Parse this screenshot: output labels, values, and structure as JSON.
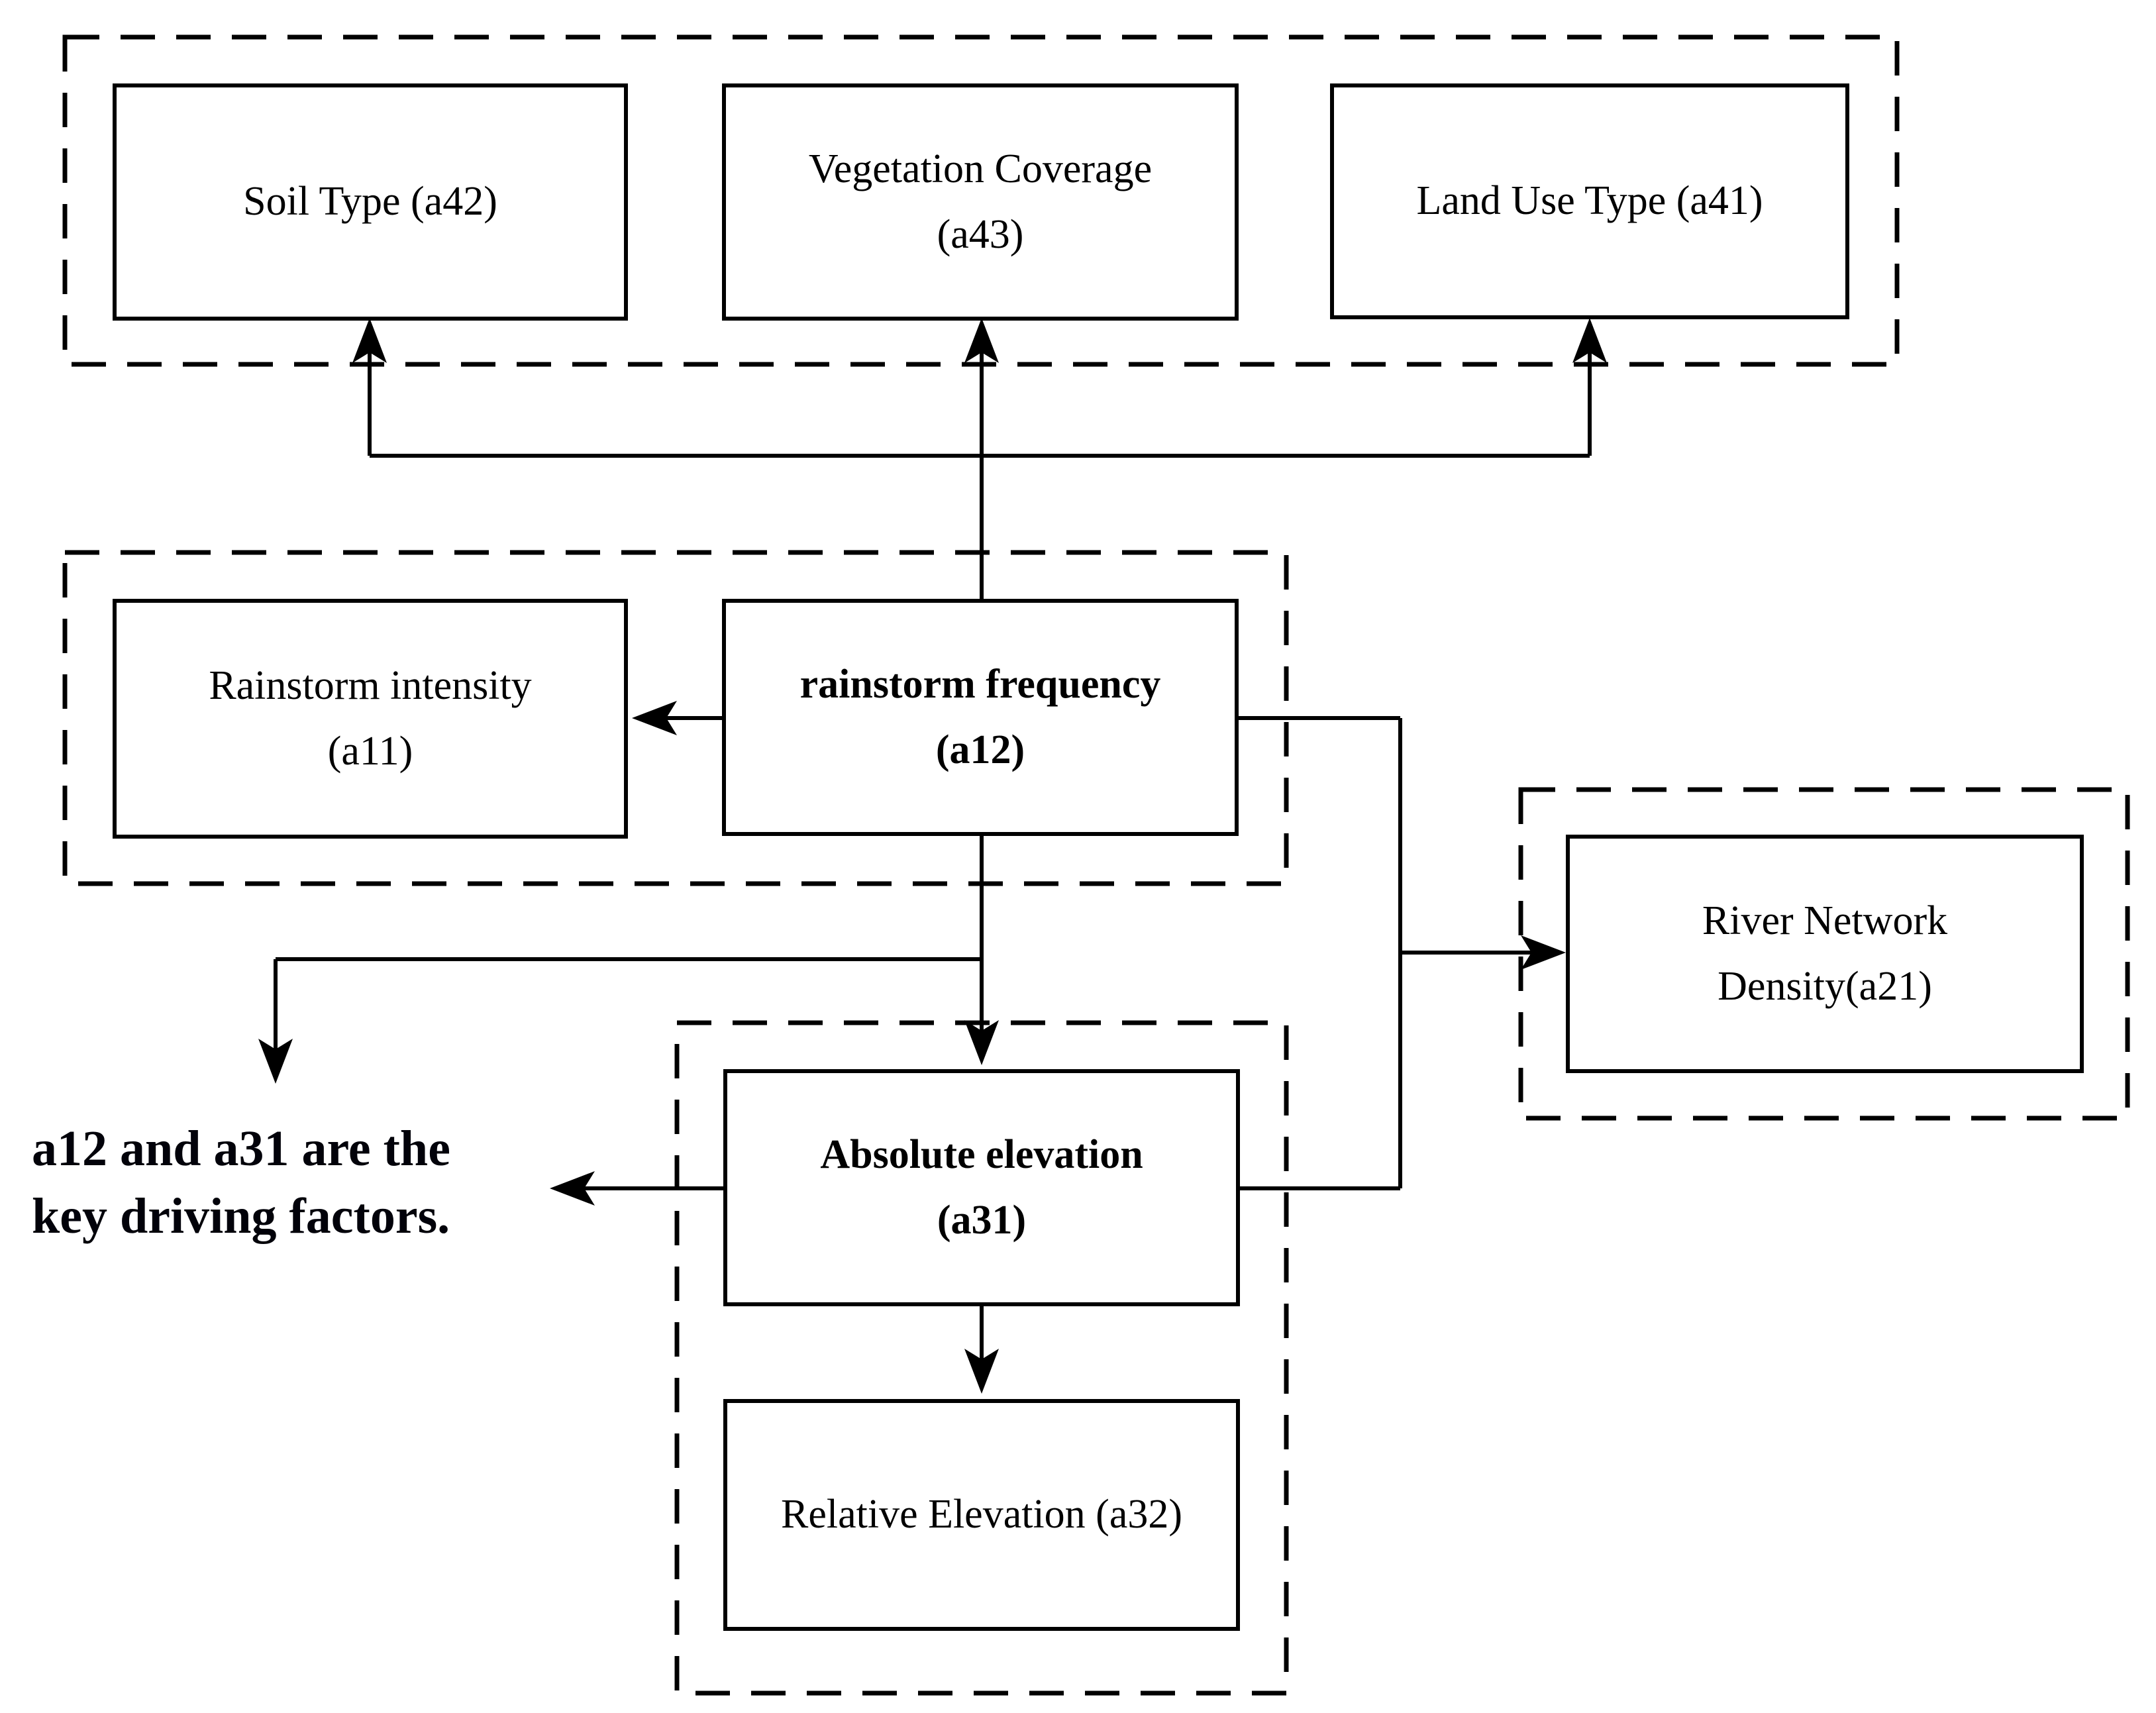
{
  "boxes": {
    "soil": {
      "label": "Soil Type (a42)"
    },
    "vegetation": {
      "label": "Vegetation Coverage\n(a43)"
    },
    "land_use": {
      "label": "Land Use Type (a41)"
    },
    "rainstorm_intensity": {
      "label": "Rainstorm intensity\n(a11)"
    },
    "rainstorm_frequency": {
      "label": "rainstorm frequency\n(a12)"
    },
    "river_network_density": {
      "label": "River Network\nDensity(a21)"
    },
    "absolute_elevation": {
      "label": "Absolute elevation\n(a31)"
    },
    "relative_elevation": {
      "label": "Relative Elevation (a32)"
    }
  },
  "annotation": {
    "text": "a12 and a31 are the\nkey driving factors."
  },
  "colors": {
    "line": "#000000",
    "background": "#ffffff"
  }
}
